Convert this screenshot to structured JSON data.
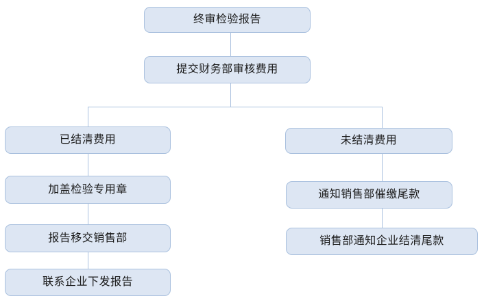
{
  "flowchart": {
    "nodes": [
      {
        "id": "final-report",
        "label": "终审检验报告"
      },
      {
        "id": "submit-finance-review",
        "label": "提交财务部审核费用"
      },
      {
        "id": "fees-settled",
        "label": "已结清费用"
      },
      {
        "id": "stamp-inspection-seal",
        "label": "加盖检验专用章"
      },
      {
        "id": "report-to-sales",
        "label": "报告移交销售部"
      },
      {
        "id": "contact-enterprise-issue",
        "label": "联系企业下发报告"
      },
      {
        "id": "fees-unsettled",
        "label": "未结清费用"
      },
      {
        "id": "notify-sales-collect",
        "label": "通知销售部催缴尾款"
      },
      {
        "id": "sales-notify-settle",
        "label": "销售部通知企业结清尾款"
      }
    ],
    "edges": [
      {
        "from": "final-report",
        "to": "submit-finance-review"
      },
      {
        "from": "submit-finance-review",
        "to": "fees-settled"
      },
      {
        "from": "submit-finance-review",
        "to": "fees-unsettled"
      },
      {
        "from": "fees-settled",
        "to": "stamp-inspection-seal"
      },
      {
        "from": "stamp-inspection-seal",
        "to": "report-to-sales"
      },
      {
        "from": "report-to-sales",
        "to": "contact-enterprise-issue"
      },
      {
        "from": "fees-unsettled",
        "to": "notify-sales-collect"
      },
      {
        "from": "notify-sales-collect",
        "to": "sales-notify-settle"
      }
    ],
    "colors": {
      "background": "#ffffff",
      "node_fill": "#dde6f3",
      "node_border": "#a9c0de",
      "connector": "#a9c0de",
      "text": "#1a1a1a"
    }
  }
}
